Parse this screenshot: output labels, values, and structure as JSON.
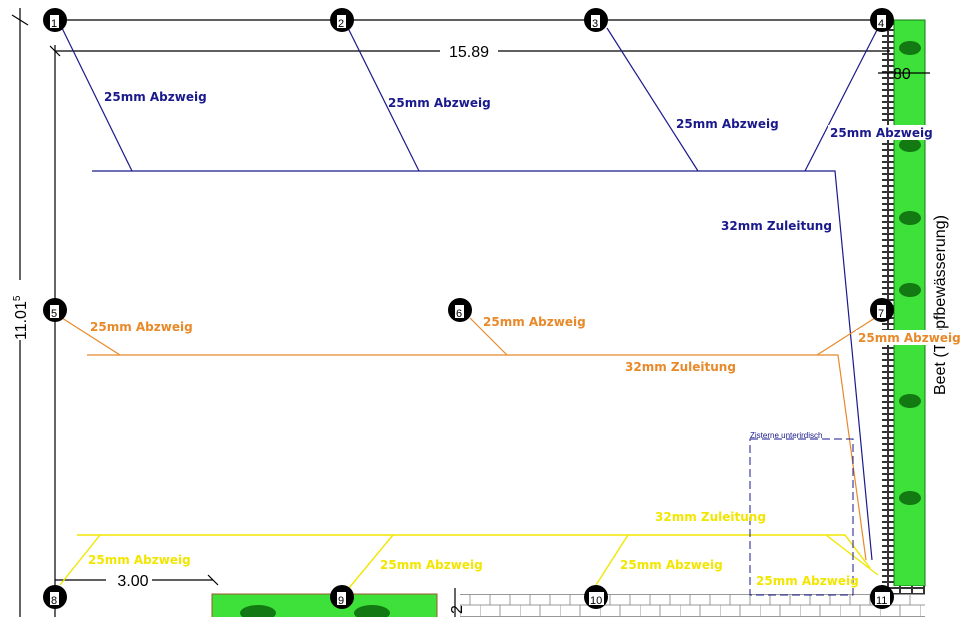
{
  "colors": {
    "blue": "#1a1a8c",
    "orange": "#e8892a",
    "yellow": "#f2e600",
    "bed": "#3ee03a",
    "shrub": "#137a13"
  },
  "markers": [
    "1",
    "2",
    "3",
    "4",
    "5",
    "6",
    "7",
    "8",
    "9",
    "10",
    "11"
  ],
  "dimensions": {
    "width": "15.89",
    "height": "11.01",
    "height_sup": "5",
    "bed_width": "80",
    "offset": "3.00",
    "small": "2"
  },
  "lines": {
    "blue": {
      "branch_label": "25mm Abzweig",
      "main_label": "32mm Zuleitung"
    },
    "orange": {
      "branch_label": "25mm Abzweig",
      "main_label": "32mm Zuleitung"
    },
    "yellow": {
      "branch_label": "25mm Abzweig",
      "main_label": "32mm Zuleitung"
    }
  },
  "cistern_label": "Zisterne unterirdisch",
  "bed_label": "Beet (Tropfbewässerung)"
}
